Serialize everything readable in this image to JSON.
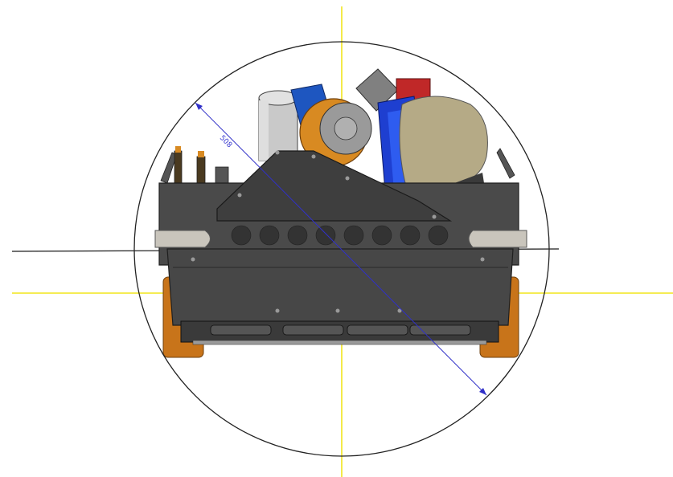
{
  "dimension": {
    "value": "508",
    "color": "#3030c8"
  },
  "colors": {
    "crosshair": "#f2e51c",
    "axis_line": "#1a1a1a",
    "envelope_circle": "#222222",
    "chassis": "#4a4a4a",
    "chassis_dark": "#2e2e2e",
    "wheel": "#c8741a",
    "bumper": "#c9c5bc",
    "battery": "#b5aa86",
    "motor_blue": "#2040d0",
    "motor_orange": "#d88a22",
    "silver_cylinder": "#c9c9c9"
  },
  "icons": [
    "robot-chassis-front-view",
    "envelope-circle",
    "crosshair-lines",
    "diameter-dimension"
  ]
}
